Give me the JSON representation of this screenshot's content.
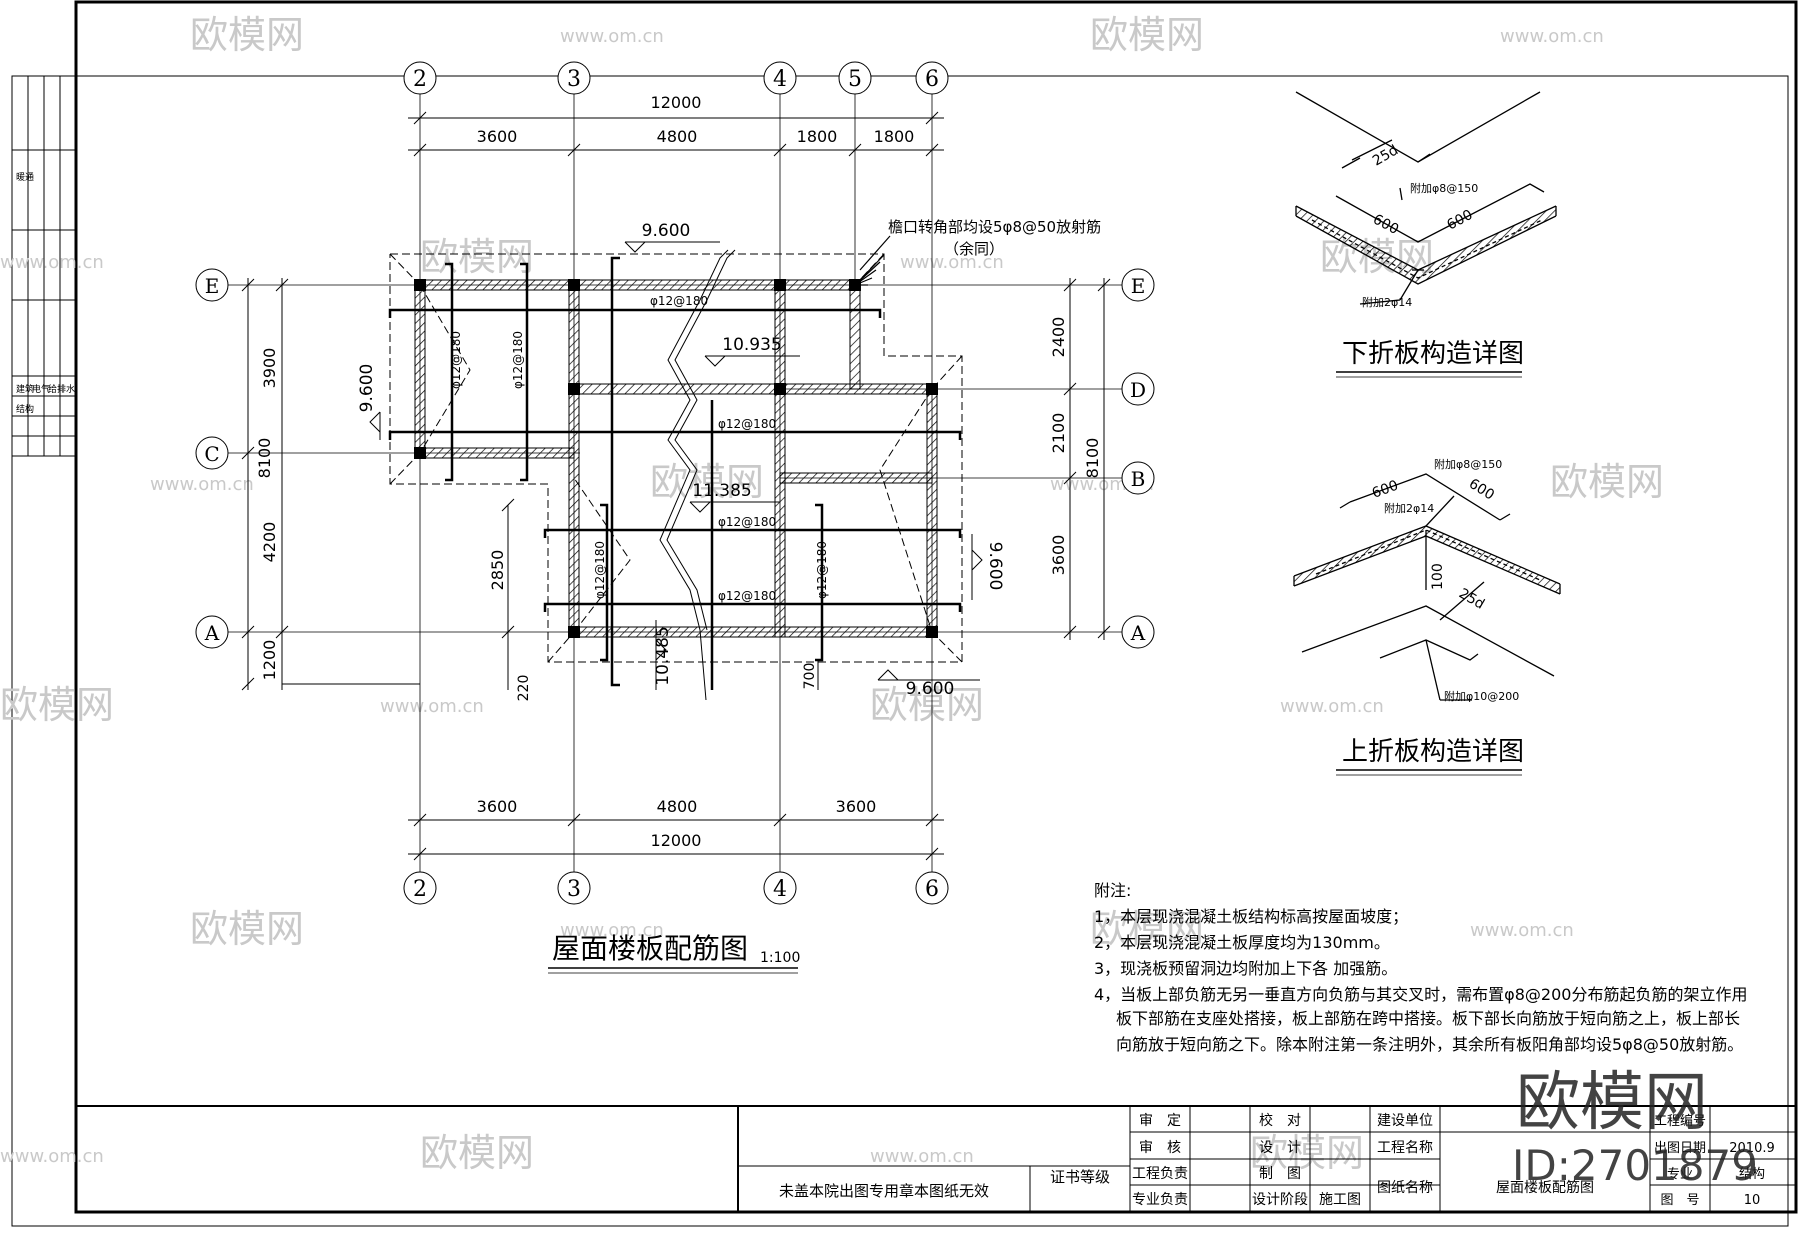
{
  "grid": {
    "top_labels": [
      "2",
      "3",
      "4",
      "5",
      "6"
    ],
    "bottom_labels": [
      "2",
      "3",
      "4",
      "6"
    ],
    "left_labels": [
      "E",
      "C",
      "A"
    ],
    "right_labels": [
      "E",
      "D",
      "B",
      "A"
    ]
  },
  "dims": {
    "top_total": "12000",
    "top_parts": [
      "3600",
      "4800",
      "1800",
      "1800"
    ],
    "bottom_parts": [
      "3600",
      "4800",
      "3600"
    ],
    "bottom_total": "12000",
    "left_parts": [
      "3900",
      "4200",
      "1200"
    ],
    "left_total": "8100",
    "right_parts": [
      "2400",
      "2100",
      "3600"
    ],
    "right_total": "8100",
    "inner_2850": "2850",
    "inner_220": "220",
    "inner_700": "700"
  },
  "elevations": {
    "e1": "9.600",
    "e2": "10.935",
    "e3": "9.600",
    "e4": "11.385",
    "e5": "9.600",
    "e6": "10.485",
    "e7": "9.600"
  },
  "rebar": {
    "h1": "φ12@180",
    "h2": "φ12@180",
    "h3": "φ12@180",
    "h4": "φ12@180",
    "v1": "φ12@180",
    "v2": "φ12@180",
    "v3": "φ12@180",
    "v4": "φ12@180"
  },
  "callout": {
    "line1": "檐口转角部均设5φ8@50放射筋",
    "line2": "（余同）"
  },
  "main_title": "屋面楼板配筋图",
  "main_scale": "1:100",
  "detail_lower": {
    "title": "下折板构造详图",
    "d25": "25d",
    "bar1": "附加φ8@150",
    "len1": "600",
    "len2": "600",
    "bar2": "附加2φ14"
  },
  "detail_upper": {
    "title": "上折板构造详图",
    "len1": "600",
    "len2": "600",
    "bar1": "附加φ8@150",
    "bar2": "附加2φ14",
    "d100": "100",
    "d25": "25d",
    "bar3": "附加φ10@200"
  },
  "notes": {
    "heading": "附注:",
    "lines": [
      "1，本层现浇混凝土板结构标高按屋面坡度；",
      "2，本层现浇混凝土板厚度均为130mm。",
      "3，现浇板预留洞边均附加上下各       加强筋。",
      "4，当板上部负筋无另一垂直方向负筋与其交叉时，需布置φ8@200分布筋起负筋的架立作用",
      "板下部筋在支座处搭接，板上部筋在跨中搭接。板下部长向筋放于短向筋之上，板上部长",
      "向筋放于短向筋之下。除本附注第一条注明外，其余所有板阳角部均设5φ8@50放射筋。"
    ]
  },
  "title_block": {
    "stamp_note": "未盖本院出图专用章本图纸无效",
    "cert": "证书等级",
    "shending": "审　定",
    "shenhe": "审　核",
    "gcfz": "工程负责",
    "zyfz": "专业负责",
    "jiaodui": "校　对",
    "sheji": "设　计",
    "zhitu": "制　图",
    "sjjd": "设计阶段",
    "sgt": "施工图",
    "jsdw": "建设单位",
    "gcmc": "工程名称",
    "tzmc": "图纸名称",
    "drawing_name": "屋面楼板配筋图",
    "gcbh": "工程编号",
    "ctrq": "出图日期",
    "date": "2010.9",
    "zhuanye": "专业",
    "zhuanye_val": "结构",
    "tuhao": "图　号",
    "tuhao_val": "10"
  },
  "sidebar": {
    "s1": "建筑",
    "s2": "结构",
    "s3": "电气",
    "s4": "给排水",
    "s5": "暖通"
  },
  "watermark": {
    "brand": "欧模网",
    "site": "www.om.cn",
    "id": "ID:2701879"
  }
}
